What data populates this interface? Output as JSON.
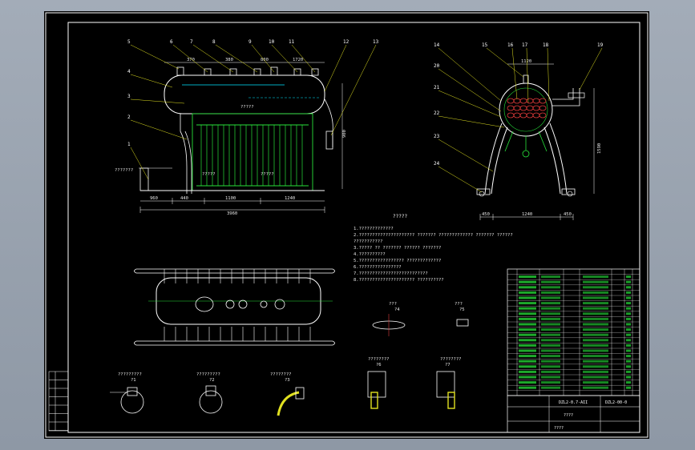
{
  "drawing": {
    "notes_title": "?????",
    "notes": [
      "1.?????????????",
      "2.?????????????????????  ??????? ?????????????  ???????  ??????",
      "???????????",
      "3.?????  ??  ???????   ?????? ???????",
      "4.??????????",
      "5.????????????????? ?????????????",
      "6.????????????????",
      "7.??????????????????????????",
      "8.?????????????????????  ??????????"
    ],
    "callouts_front": [
      "5",
      "6",
      "7",
      "8",
      "9",
      "10",
      "11",
      "12",
      "13",
      "4",
      "3",
      "2",
      "1"
    ],
    "callouts_side": [
      "14",
      "15",
      "16",
      "17",
      "18",
      "19",
      "20",
      "21",
      "22",
      "23",
      "24"
    ],
    "front_dims": {
      "overall_length": "3960",
      "segments": [
        "960",
        "440",
        "1100",
        "1240"
      ],
      "top": [
        "370",
        "380",
        "800",
        "1720"
      ],
      "right_height": "900",
      "water_level": "???????"
    },
    "side_dims": {
      "width": "1120",
      "bottom_left": "450",
      "bottom_mid": "1240",
      "bottom_right": "450",
      "height": "1590"
    },
    "sections": [
      {
        "title": "?????????",
        "label": "?1"
      },
      {
        "title": "?????????",
        "label": "?2"
      },
      {
        "title": "????????",
        "label": "?3"
      },
      {
        "title": "???",
        "label": "?4"
      },
      {
        "title": "???",
        "label": "?5"
      },
      {
        "title": "????????",
        "label": "?6"
      },
      {
        "title": "????????",
        "label": "?7"
      }
    ],
    "title_block": {
      "drawing_no": "DZL2-0.7-AII",
      "code": "DZL2-00-0",
      "name": "????",
      "company": "????"
    }
  }
}
